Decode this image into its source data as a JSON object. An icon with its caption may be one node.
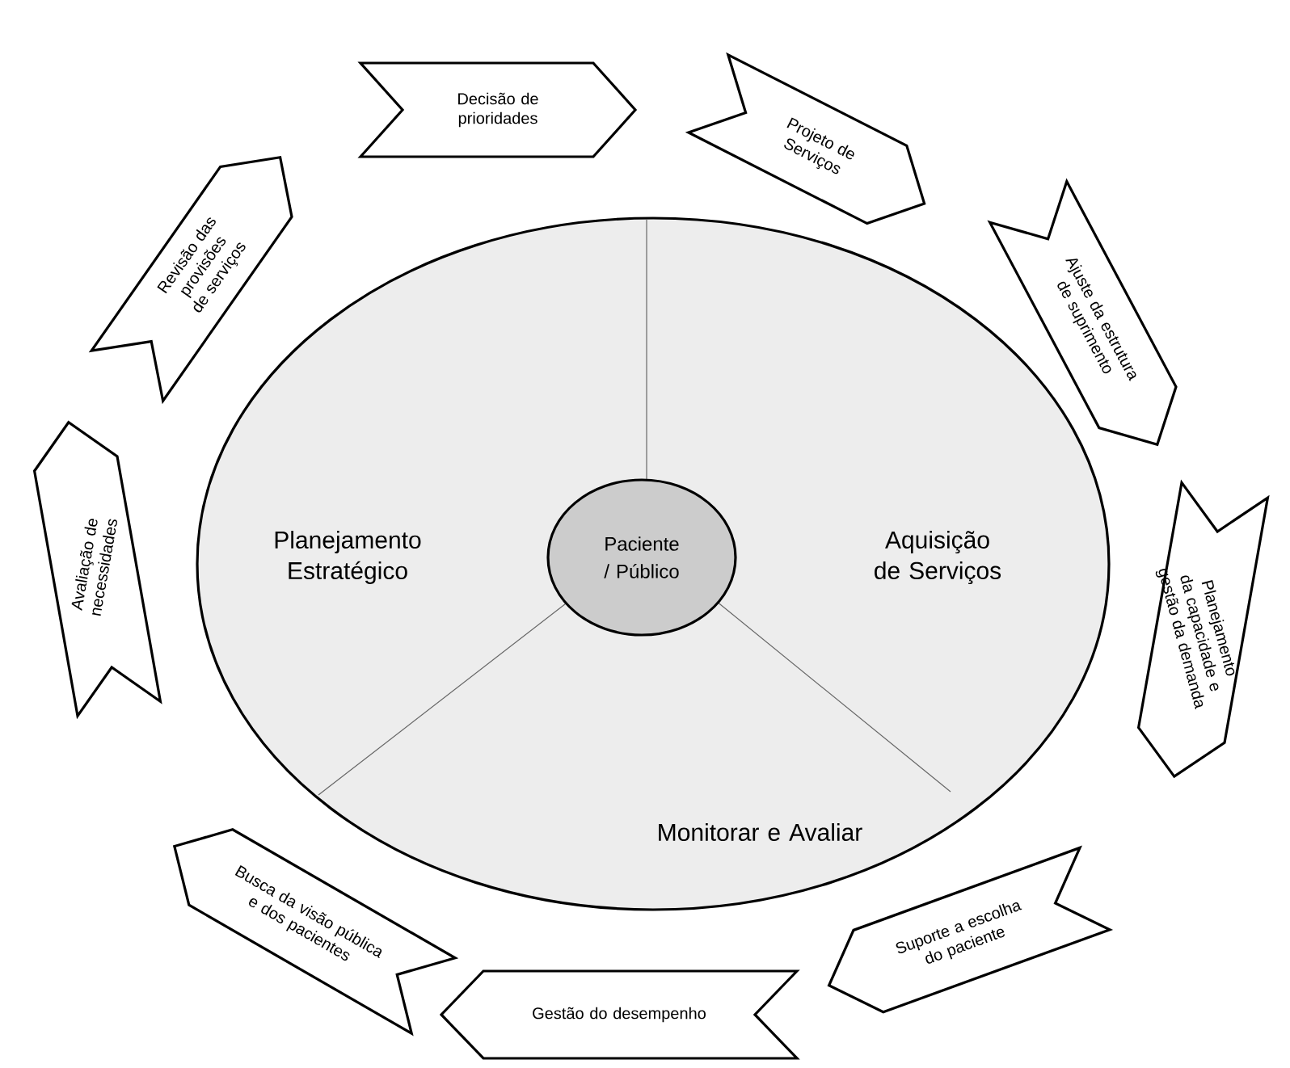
{
  "diagram": {
    "nodes": [
      {
        "text": [
          "Planejamento Estratégico",
          "Aquisição de Serviços",
          "Monitorar e Avaliar"
        ]
      },
      {
        "text": [
          "Paciente / Público"
        ],
        "in": 0
      },
      {
        "text": [
          "Decisão de prioridades"
        ]
      },
      {
        "text": [
          "Projeto de Serviços"
        ]
      },
      {
        "text": [
          "Ajuste da estrutura de suprimento"
        ]
      },
      {
        "text": [
          "Planejamento da capacidade e gestão da demanda"
        ]
      },
      {
        "text": [
          "Suporte a escolha do paciente"
        ]
      },
      {
        "text": [
          "Gestão do desempenho"
        ]
      },
      {
        "text": [
          "Busca da visão pública e dos pacientes"
        ]
      },
      {
        "text": [
          "Avaliação de necessidades"
        ]
      },
      {
        "text": [
          "Revisão das provisões de serviços"
        ]
      }
    ]
  }
}
